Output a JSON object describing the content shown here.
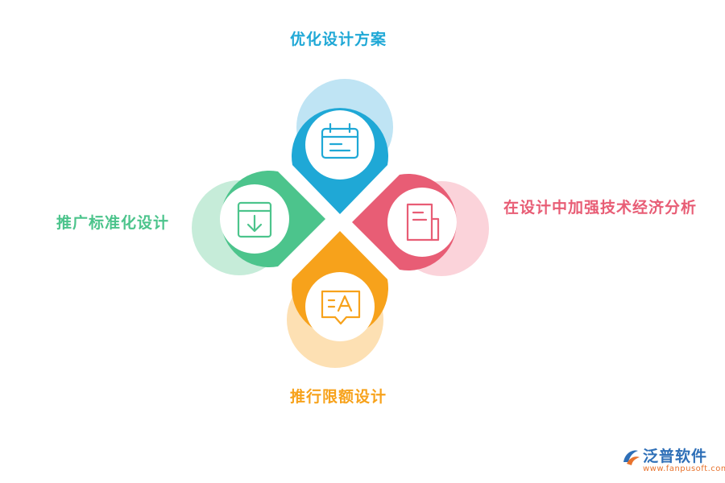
{
  "diagram": {
    "items": [
      {
        "label": "优化设计方案",
        "color": "#1fa8d6",
        "shadow": "#bfe4f4",
        "icon": "calendar-icon"
      },
      {
        "label": "在设计中加强技术经济分析",
        "color": "#e85d75",
        "shadow": "#fbd3da",
        "icon": "document-icon"
      },
      {
        "label": "推广标准化设计",
        "color": "#4cc48c",
        "shadow": "#c6ecd9",
        "icon": "download-box-icon"
      },
      {
        "label": "推行限额设计",
        "color": "#f7a21b",
        "shadow": "#fde0b3",
        "icon": "text-message-icon"
      }
    ]
  },
  "brand": {
    "name": "泛普软件",
    "url": "www.fanpusoft.com",
    "name_color": "#2e6fb7",
    "url_color": "#e8732d",
    "mark_colors": [
      "#2e6fb7",
      "#e8732d"
    ]
  }
}
